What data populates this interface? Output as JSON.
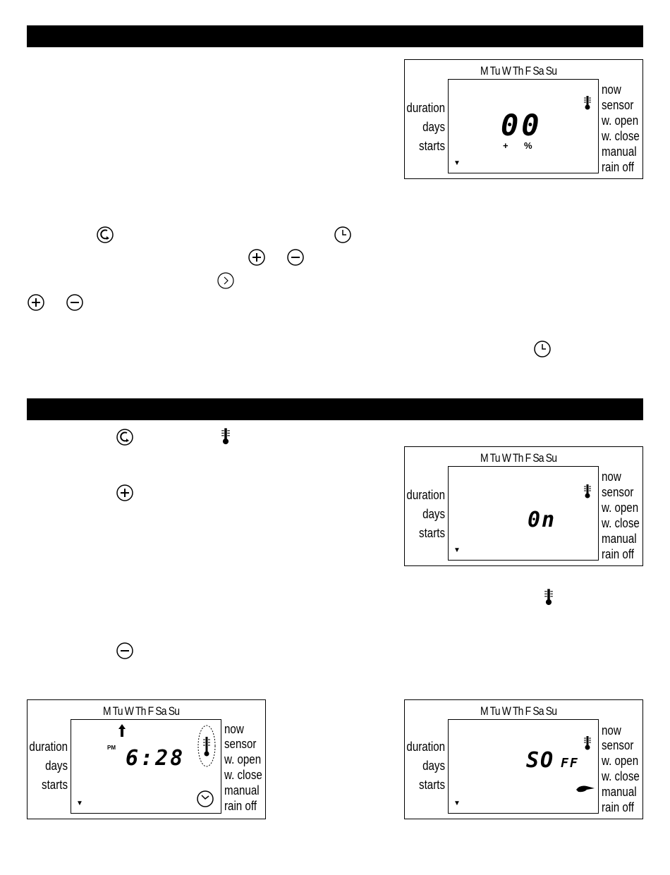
{
  "lcd": {
    "days": "M Tu W Th F Sa Su",
    "left_labels": [
      "duration",
      "days",
      "starts"
    ],
    "right_labels": [
      "now",
      "sensor",
      "w. open",
      "w. close",
      "manual",
      "rain off"
    ],
    "arrow": "▼"
  },
  "displays": {
    "d1_value": "00",
    "d1_plus": "+",
    "d1_percent": "%",
    "d2_value": "0n",
    "d3_pm": "PM",
    "d3_time": "6:28",
    "d4_value": "SO",
    "d4_suffix": "FF"
  },
  "icons": [
    "program-dial-icon",
    "clock-icon",
    "plus-icon",
    "minus-icon",
    "next-arrow-icon",
    "thermometer-icon",
    "flow-icon"
  ]
}
